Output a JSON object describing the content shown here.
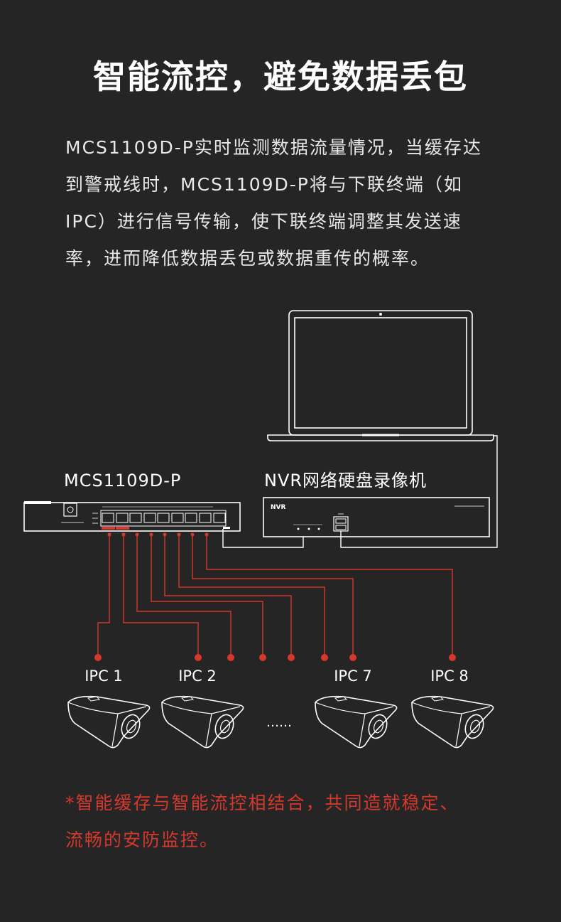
{
  "title": "智能流控，避免数据丢包",
  "description": "MCS1109D-P实时监测数据流量情况，当缓存达\n到警戒线时，MCS1109D-P将与下联终端（如\nIPC）进行信号传输，使下联终端调整其发送速\n率，进而降低数据丢包或数据重传的概率。",
  "diagram": {
    "switch_label": "MCS1109D-P",
    "nvr_label": "NVR网络硬盘录像机",
    "nvr_panel_text": "NVR",
    "cameras": [
      "IPC 1",
      "IPC 2",
      "IPC 7",
      "IPC 8"
    ],
    "ellipsis": "……"
  },
  "note": "*智能缓存与智能流控相结合，共同造就稳定、\n流畅的安防监控。",
  "colors": {
    "background": "#252525",
    "accent_red": "#d5382c",
    "line_white": "#ffffff"
  }
}
